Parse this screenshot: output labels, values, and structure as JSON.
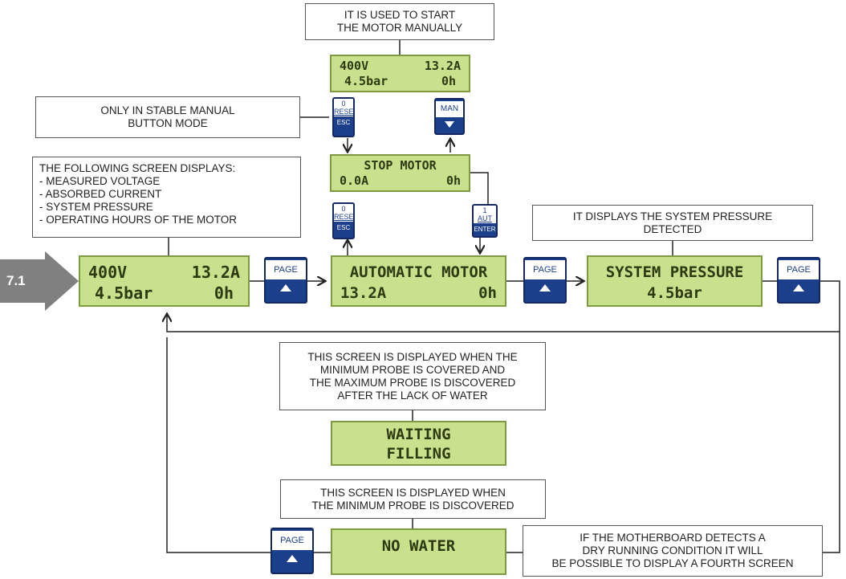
{
  "section_label": "7.1",
  "notes": {
    "start_motor": [
      "IT IS USED TO START",
      "THE MOTOR MANUALLY"
    ],
    "stable_manual": [
      "ONLY IN STABLE MANUAL",
      "BUTTON MODE"
    ],
    "following_screen": [
      "THE FOLLOWING SCREEN DISPLAYS:",
      "- MEASURED VOLTAGE",
      "- ABSORBED CURRENT",
      "- SYSTEM PRESSURE",
      "- OPERATING HOURS OF THE MOTOR"
    ],
    "system_pressure": [
      "IT DISPLAYS THE SYSTEM PRESSURE",
      "DETECTED"
    ],
    "waiting": [
      "THIS SCREEN IS DISPLAYED WHEN THE",
      "MINIMUM PROBE IS COVERED AND",
      "THE MAXIMUM PROBE IS DISCOVERED",
      "AFTER THE LACK OF WATER"
    ],
    "no_water": [
      "THIS SCREEN IS DISPLAYED WHEN",
      "THE MINIMUM PROBE IS DISCOVERED"
    ],
    "dry_running": [
      "IF THE MOTHERBOARD DETECTS A",
      "DRY RUNNING CONDITION IT WILL",
      "BE POSSIBLE TO DISPLAY A FOURTH SCREEN"
    ]
  },
  "screens": {
    "top_manual": {
      "r1l": "400V",
      "r1r": "13.2A",
      "r2l": "4.5bar",
      "r2r": "0h"
    },
    "stop_motor": {
      "r1": "STOP MOTOR",
      "r2l": "0.0A",
      "r2r": "0h"
    },
    "main": {
      "r1l": "400V",
      "r1r": "13.2A",
      "r2l": "4.5bar",
      "r2r": "0h"
    },
    "automatic": {
      "r1": "AUTOMATIC MOTOR",
      "r2l": "13.2A",
      "r2r": "0h"
    },
    "system_pressure": {
      "r1": "SYSTEM PRESSURE",
      "r2": "4.5bar"
    },
    "waiting": {
      "r1": "WAITING",
      "r2": "FILLING"
    },
    "no_water": {
      "r1": "NO WATER"
    }
  },
  "keys": {
    "page": "PAGE",
    "man": "MAN",
    "reset_zero": "0",
    "reset": "RESET",
    "esc": "ESC",
    "aut_one": "1",
    "aut": "AUT",
    "enter": "ENTER"
  },
  "colors": {
    "lcd_bg": "#c9e08c",
    "key_blue": "#1c3f8c",
    "badge_gray": "#808080"
  }
}
